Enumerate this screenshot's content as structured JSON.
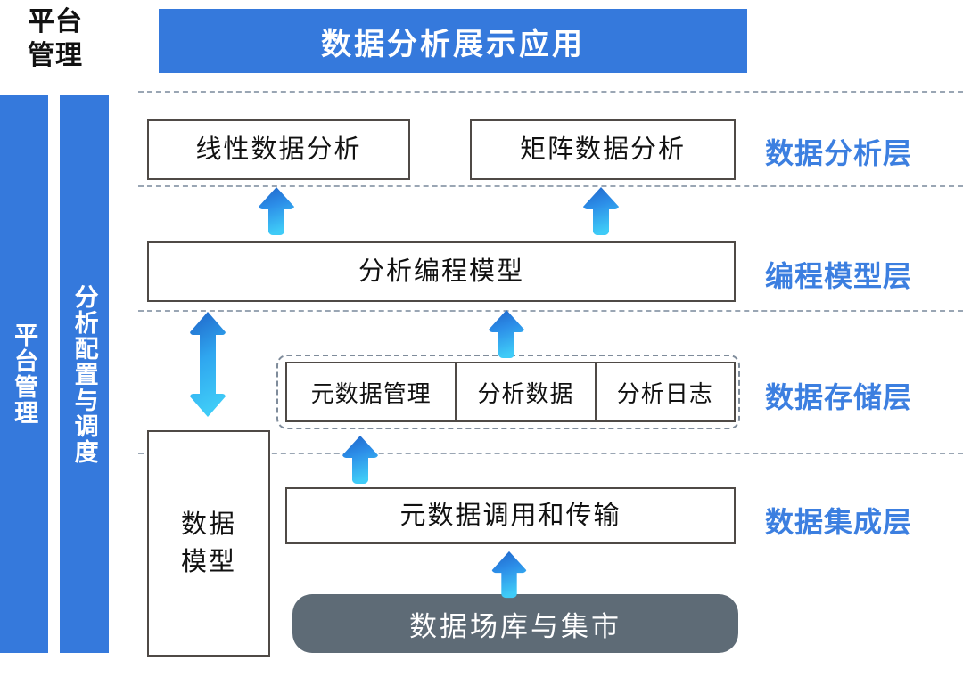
{
  "caption": {
    "line1": "平台",
    "line2": "管理"
  },
  "header": {
    "title": "数据分析展示应用",
    "color": "#3579DC"
  },
  "sidebars": [
    {
      "name": "platform-management",
      "text": "平台管理",
      "color": "#3579DC"
    },
    {
      "name": "analysis-config-schedule",
      "text": "分析配置与调度",
      "color": "#3579DC"
    }
  ],
  "layers": [
    {
      "key": "analysis",
      "label": "数据分析层",
      "color": "#3C7FE0"
    },
    {
      "key": "program",
      "label": "编程模型层",
      "color": "#3C7FE0"
    },
    {
      "key": "storage",
      "label": "数据存储层",
      "color": "#3C7FE0"
    },
    {
      "key": "integration",
      "label": "数据集成层",
      "color": "#3C7FE0"
    }
  ],
  "boxes": {
    "linear_analysis": "线性数据分析",
    "matrix_analysis": "矩阵数据分析",
    "programming_model": "分析编程模型",
    "data_model_line1": "数据",
    "data_model_line2": "模型",
    "metadata_transfer": "元数据调用和传输",
    "data_lake": "数据场库与集市"
  },
  "storage_cells": [
    {
      "label": "元数据管理"
    },
    {
      "label": "分析数据"
    },
    {
      "label": "分析日志"
    }
  ],
  "arrows": [
    {
      "name": "arrow-up-to-linear-analysis",
      "direction": "up"
    },
    {
      "name": "arrow-up-to-matrix-analysis",
      "direction": "up"
    },
    {
      "name": "arrow-up-to-programming-model",
      "direction": "up"
    },
    {
      "name": "arrow-up-to-storage-layer",
      "direction": "up"
    },
    {
      "name": "arrow-up-to-metadata-transfer",
      "direction": "up"
    },
    {
      "name": "arrow-double-data-model",
      "direction": "up-down"
    }
  ],
  "palette": {
    "brand_blue": "#3579DC",
    "label_blue": "#3C7FE0",
    "arrow_top": "#1F63C8",
    "arrow_bottom": "#3FCBF7",
    "slate_gray": "#5E6B76",
    "box_border": "#4F4A46",
    "dash_gray": "#9AA6B4"
  }
}
